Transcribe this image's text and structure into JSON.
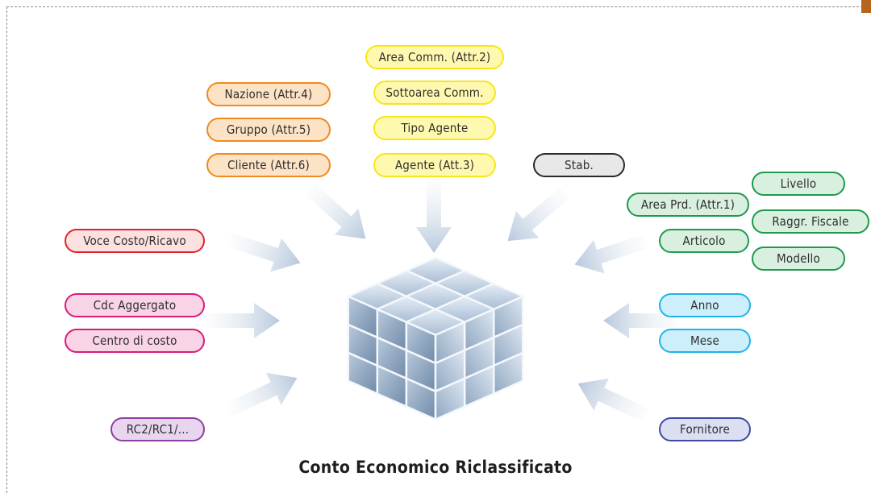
{
  "caption": "Conto Economico Riclassificato",
  "pills": {
    "area_comm": "Area Comm. (Attr.2)",
    "sottoarea_comm": "Sottoarea Comm.",
    "tipo_agente": "Tipo Agente",
    "agente": "Agente (Att.3)",
    "nazione": "Nazione (Attr.4)",
    "gruppo": "Gruppo (Attr.5)",
    "cliente": "Cliente (Attr.6)",
    "stab": "Stab.",
    "livello": "Livello",
    "area_prd": "Area Prd. (Attr.1)",
    "raggr_fiscale": "Raggr. Fiscale",
    "articolo": "Articolo",
    "modello": "Modello",
    "voce_costo": "Voce Costo/Ricavo",
    "cdc_aggregato": "Cdc Aggergato",
    "centro_costo": "Centro di costo",
    "rc": "RC2/RC1/...",
    "anno": "Anno",
    "mese": "Mese",
    "fornitore": "Fornitore"
  },
  "colors": {
    "orange": "#f08a1e",
    "yellow": "#f7e61a",
    "gray": "#2b2b2b",
    "green": "#1f9a4c",
    "red": "#e0222a",
    "magenta": "#d81b7a",
    "cyan": "#1fb4e8",
    "purple": "#8e3fa3",
    "indigo": "#3f4aa3",
    "arrow": "#c4d3e4",
    "cube": "#9db3cc"
  }
}
